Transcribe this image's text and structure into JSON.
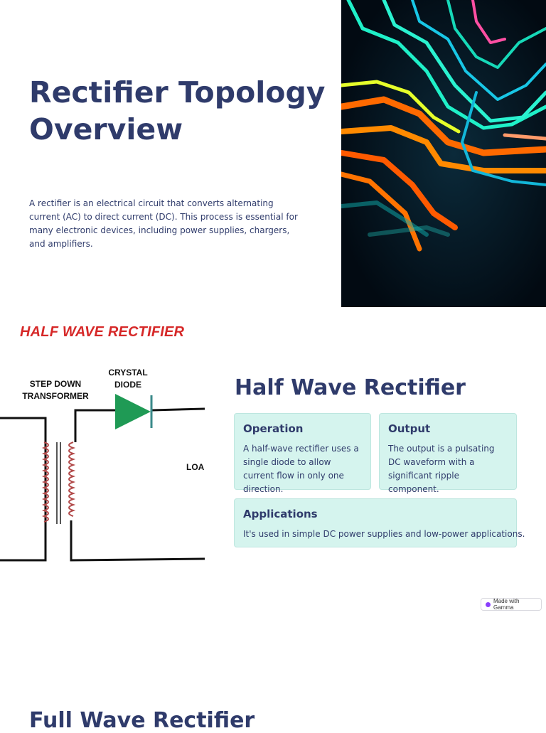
{
  "slide1": {
    "title": "Rectifier Topology Overview",
    "description": "A rectifier is an electrical circuit that converts alternating current (AC) to direct current (DC). This process is essential for many electronic devices, including power supplies, chargers, and amplifiers.",
    "hero_image": "circuit-traces-image"
  },
  "slide2": {
    "diagram": {
      "title": "HALF WAVE RECTIFIER",
      "transformer_label": "STEP DOWN TRANSFORMER",
      "diode_label": "CRYSTAL DIODE",
      "load_label": "LOA"
    },
    "heading": "Half Wave Rectifier",
    "cards": [
      {
        "title": "Operation",
        "body": "A half-wave rectifier uses a single diode to allow current flow in only one direction."
      },
      {
        "title": "Output",
        "body": "The output is a pulsating DC waveform with a significant ripple component."
      },
      {
        "title": "Applications",
        "body": "It's used in simple DC power supplies and low-power applications."
      }
    ],
    "badge": "Made with Gamma"
  },
  "slide3": {
    "heading": "Full Wave Rectifier"
  },
  "colors": {
    "heading": "#2f3b6b",
    "card_bg": "#d5f4ee",
    "diagram_title": "#d62828",
    "diode": "#1f9a55"
  }
}
